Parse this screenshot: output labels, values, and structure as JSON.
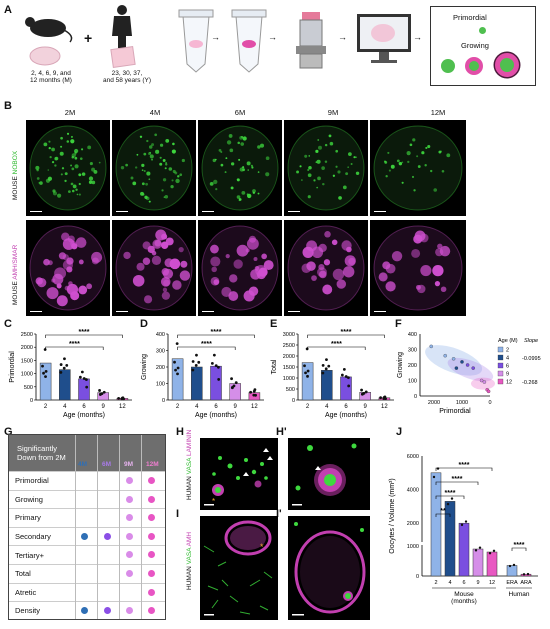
{
  "panels": {
    "A": "A",
    "B": "B",
    "C": "C",
    "D": "D",
    "E": "E",
    "F": "F",
    "G": "G",
    "H": "H",
    "Hp": "H'",
    "I": "I",
    "Ip": "I'",
    "J": "J"
  },
  "panelA": {
    "mouse_ages": "2, 4, 6, 9, and",
    "mouse_ages2": "12 months (M)",
    "human_ages": "23, 30, 37,",
    "human_ages2": "and 58 years (Y)",
    "plus": "+",
    "legend_primordial": "Primordial",
    "legend_growing": "Growing"
  },
  "panelB": {
    "columns": [
      "2M",
      "4M",
      "6M",
      "9M",
      "12M"
    ],
    "row1_label_a": "MOUSE",
    "row1_label_b": "NOBOX",
    "row2_label_a": "MOUSE",
    "row2_label_b": "AMH/SMAR"
  },
  "panelC": {
    "ylabel": "Primordial",
    "xlabel": "Age (months)",
    "sig": "****"
  },
  "panelD": {
    "ylabel": "Growing",
    "xlabel": "Age (months)",
    "sig": "****"
  },
  "panelE": {
    "ylabel": "Total",
    "xlabel": "Age (months)",
    "sig": "****"
  },
  "panelF": {
    "ylabel": "Growing",
    "xlabel": "Primordial",
    "legend_title": "Age (M)",
    "slope_title": "Slope",
    "ages": [
      "2",
      "4",
      "6",
      "9",
      "12"
    ],
    "slopes": [
      "-0.0995",
      "-0.268"
    ]
  },
  "panelG": {
    "header": "Significantly",
    "header2": "Down from 2M",
    "cols": [
      "4M",
      "6M",
      "9M",
      "12M"
    ],
    "rows": [
      "Primordial",
      "Growing",
      "Primary",
      "Secondary",
      "Tertiary+",
      "Total",
      "Atretic",
      "Density"
    ]
  },
  "panelH": {
    "label_a": "HUMAN",
    "label_b": "VASA",
    "label_c": "LAMININ"
  },
  "panelI": {
    "label_a": "HUMAN",
    "label_b": "VASA",
    "label_c": "AMH"
  },
  "panelJ": {
    "ylabel": "Oocytes / Volume (mm³)",
    "group_mouse": "Mouse",
    "group_mouse2": "(months)",
    "group_human": "Human",
    "sig": [
      "**",
      "****",
      "****",
      "****",
      "****"
    ]
  },
  "chart_data": [
    {
      "type": "bar",
      "id": "C",
      "categories": [
        "2",
        "4",
        "6",
        "9",
        "12"
      ],
      "values": [
        1400,
        1150,
        800,
        280,
        60
      ],
      "ylim": [
        0,
        2500
      ],
      "yticks": [
        0,
        500,
        1000,
        1500,
        2000,
        2500
      ],
      "colors": [
        "#8fb3e8",
        "#1f4e8c",
        "#7a4fe0",
        "#d58ee8",
        "#e858c2"
      ]
    },
    {
      "type": "bar",
      "id": "D",
      "categories": [
        "2",
        "4",
        "6",
        "9",
        "12"
      ],
      "values": [
        250,
        200,
        205,
        100,
        45
      ],
      "ylim": [
        0,
        400
      ],
      "yticks": [
        0,
        100,
        200,
        300,
        400
      ],
      "colors": [
        "#8fb3e8",
        "#1f4e8c",
        "#7a4fe0",
        "#d58ee8",
        "#e858c2"
      ]
    },
    {
      "type": "bar",
      "id": "E",
      "categories": [
        "2",
        "4",
        "6",
        "9",
        "12"
      ],
      "values": [
        1700,
        1350,
        1050,
        350,
        100
      ],
      "ylim": [
        0,
        3000
      ],
      "yticks": [
        0,
        500,
        1000,
        1500,
        2000,
        2500,
        3000
      ],
      "colors": [
        "#8fb3e8",
        "#1f4e8c",
        "#7a4fe0",
        "#d58ee8",
        "#e858c2"
      ]
    },
    {
      "type": "scatter",
      "id": "F",
      "xlim": [
        2500,
        0
      ],
      "ylim": [
        0,
        400
      ],
      "xticks": [
        2000,
        1000,
        0
      ],
      "yticks": [
        0,
        100,
        200,
        300,
        400
      ]
    },
    {
      "type": "bar",
      "id": "J",
      "categories": [
        "2",
        "4",
        "6",
        "9",
        "12",
        "ERA",
        "ARA"
      ],
      "values": [
        5000,
        3300,
        2000,
        900,
        800,
        350,
        60
      ],
      "yticks": [
        0,
        1000,
        2000,
        4000,
        6000
      ],
      "colors": [
        "#8fb3e8",
        "#1f4e8c",
        "#7a4fe0",
        "#d58ee8",
        "#e858c2",
        "#8fb3e8",
        "#e858c2"
      ]
    }
  ]
}
